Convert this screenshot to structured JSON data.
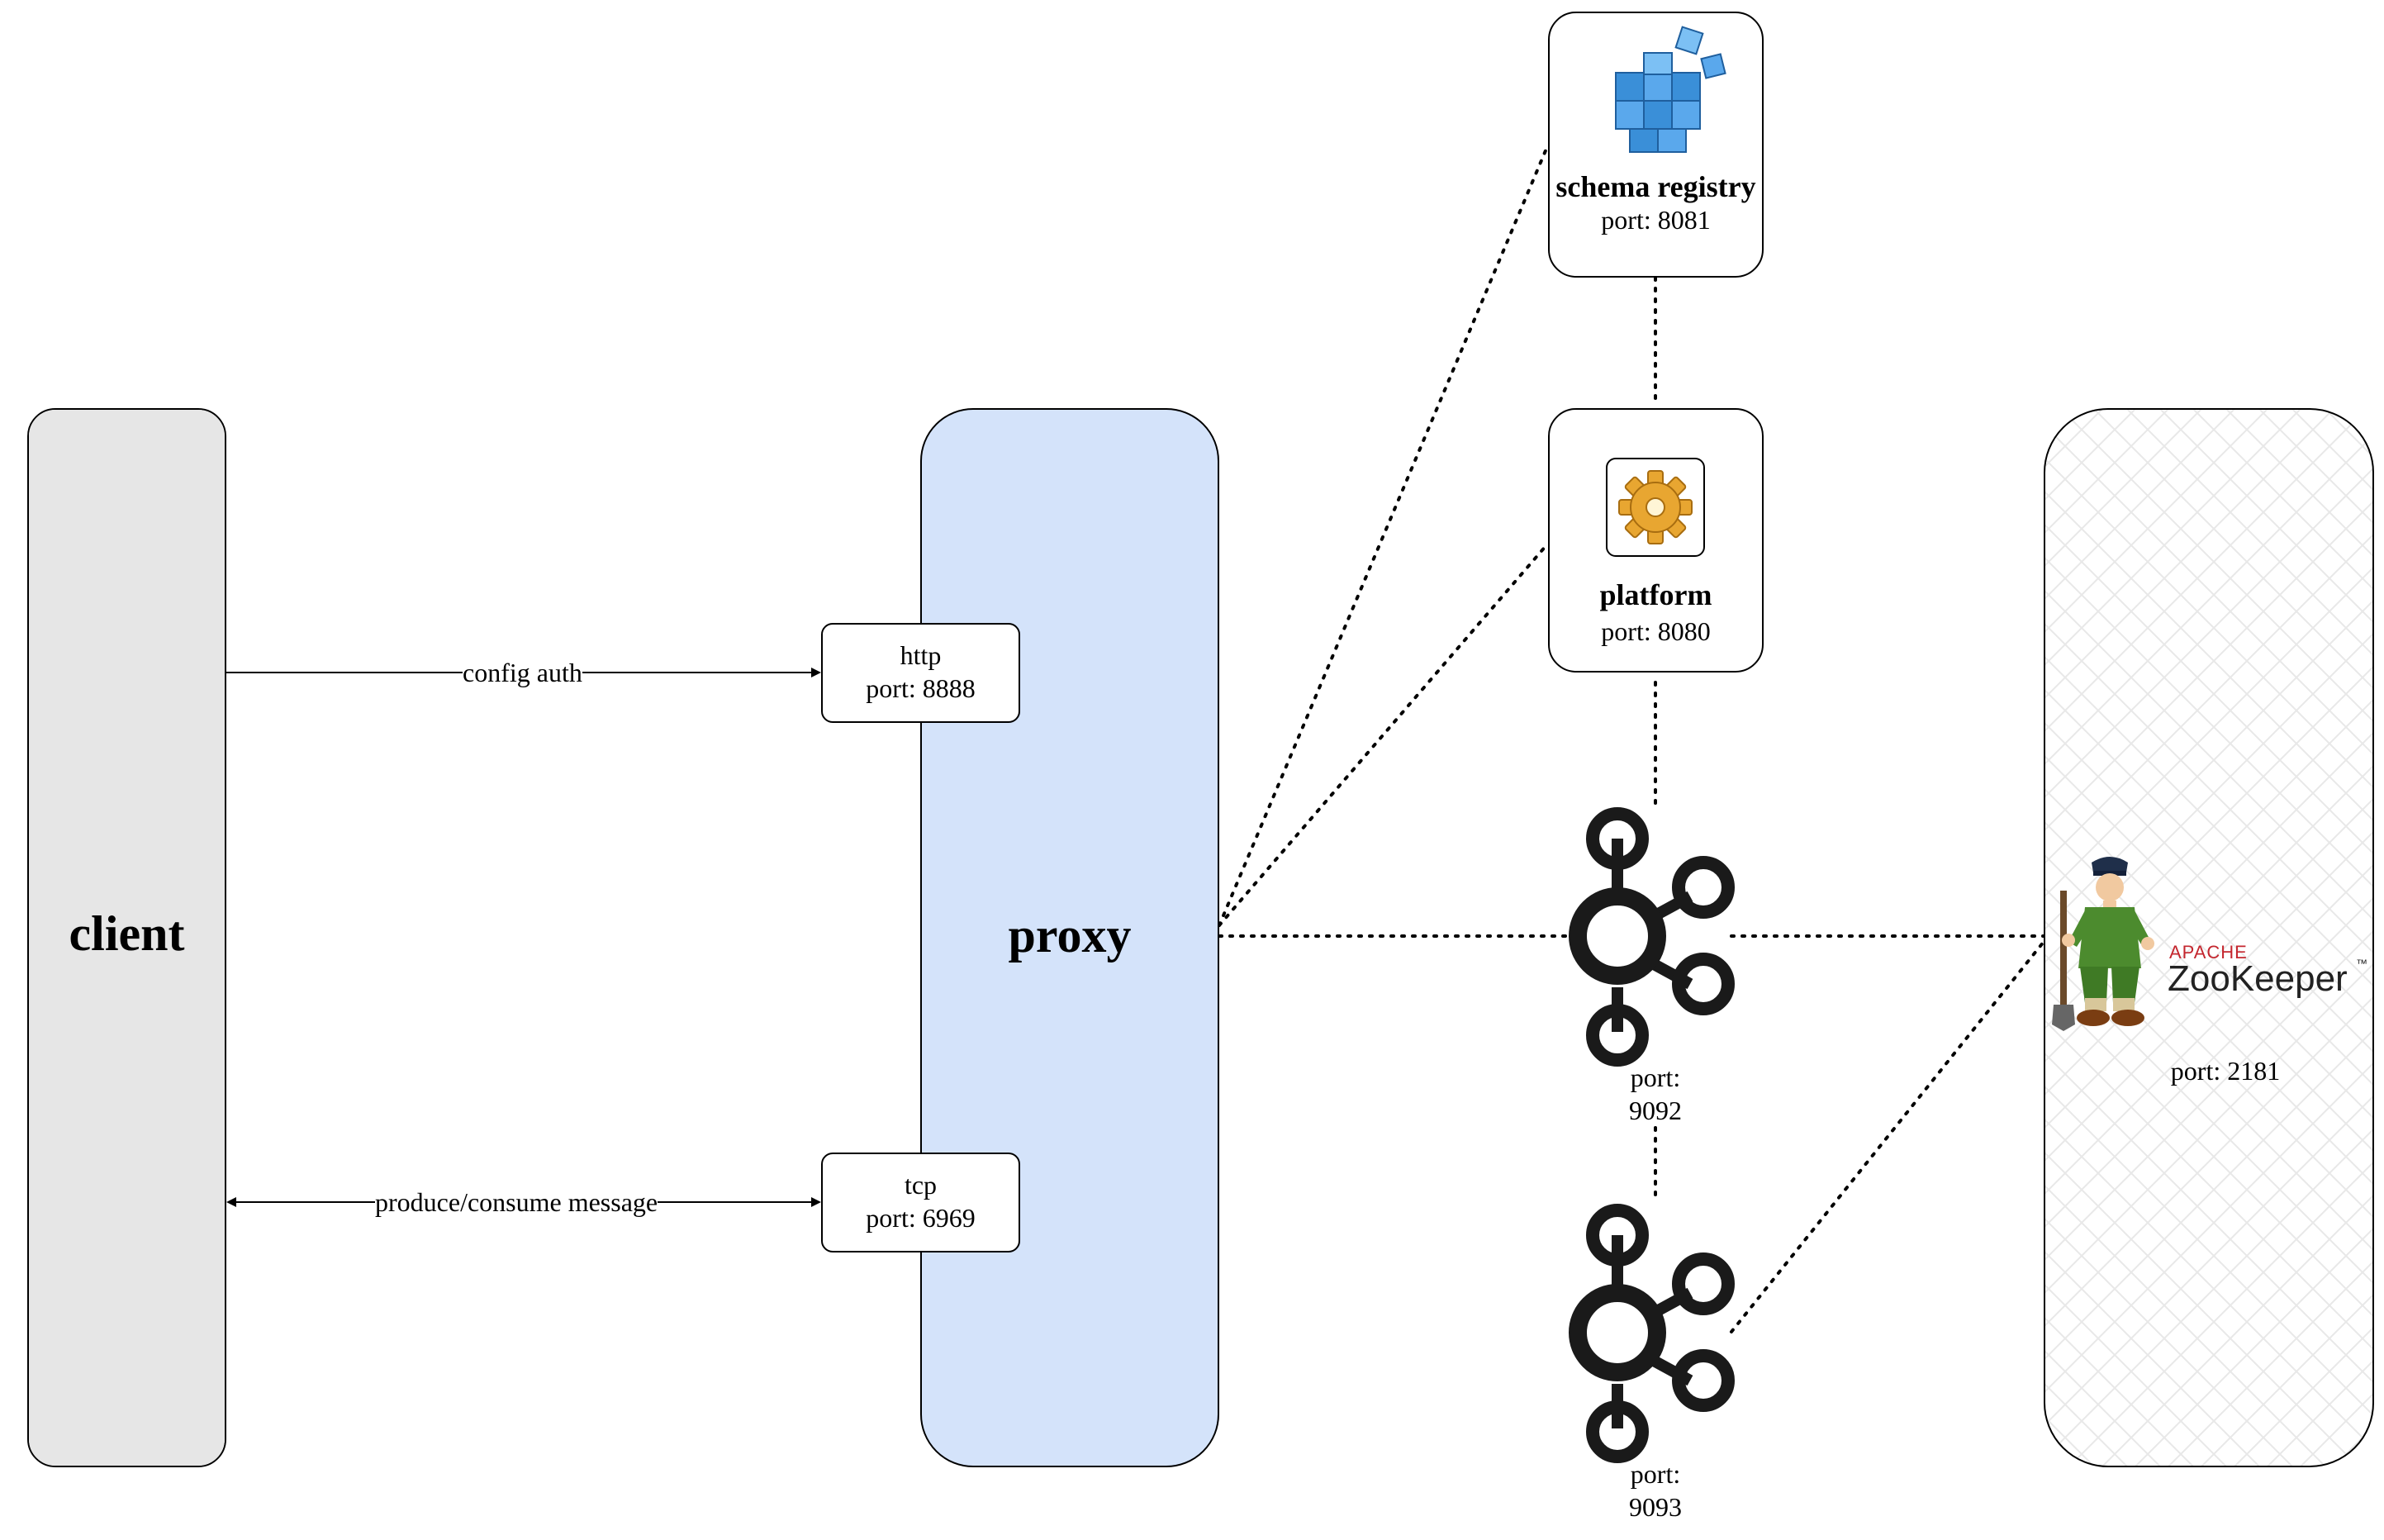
{
  "client": {
    "label": "client"
  },
  "proxy": {
    "label": "proxy"
  },
  "http_port": {
    "protocol": "http",
    "port": "port: 8888"
  },
  "tcp_port": {
    "protocol": "tcp",
    "port": "port: 6969"
  },
  "edges": {
    "config_auth": "config auth",
    "produce_consume": "produce/consume message"
  },
  "schema_registry": {
    "name": "schema registry",
    "port": "port: 8081"
  },
  "platform": {
    "name": "platform",
    "port": "port: 8080"
  },
  "kafka_broker_1": {
    "port_label": "port:",
    "port_value": "9092"
  },
  "kafka_broker_2": {
    "port_label": "port:",
    "port_value": "9093"
  },
  "zookeeper": {
    "brand_top": "APACHE",
    "brand_name": "ZooKeeper",
    "trademark": "™",
    "port": "port: 2181"
  },
  "colors": {
    "client_fill": "#e6e6e6",
    "proxy_fill": "#d4e3fa",
    "zk_red": "#c4262e",
    "schema_blue": "#3a8fd8",
    "gear_gold": "#e8a631"
  },
  "icons": {
    "schema_registry": "cube-stack-icon",
    "platform": "gear-icon",
    "kafka": "kafka-icon",
    "zookeeper": "zookeeper-mascot-icon"
  }
}
